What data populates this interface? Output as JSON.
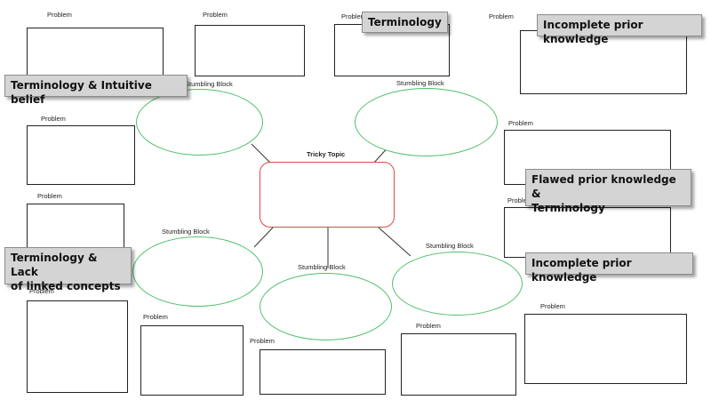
{
  "center": {
    "label": "Tricky Topic"
  },
  "stumbling_label": "Stumbling Block",
  "problem_label": "Problem",
  "tags": {
    "terminology": "Terminology",
    "incomplete_top": "Incomplete prior knowledge",
    "terminology_intuitive": "Terminology & Intuitive belief",
    "flawed_line1": "Flawed prior knowledge &",
    "flawed_line2": "Terminology",
    "incomplete_right": "Incomplete prior knowledge",
    "lack_line1": "Terminology & Lack",
    "lack_line2": "of linked concepts"
  },
  "colors": {
    "ellipse_border": "#4fbf6c",
    "center_border": "#e04848",
    "tag_bg": "#d4d4d4"
  }
}
